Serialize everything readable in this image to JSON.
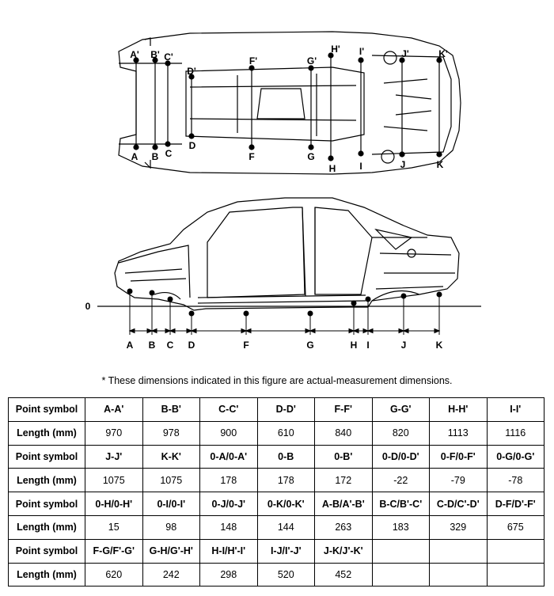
{
  "figure": {
    "top_labels_primed": [
      "A'",
      "B'",
      "C'",
      "D'",
      "F'",
      "G'",
      "H'",
      "I'",
      "J'",
      "K'"
    ],
    "top_labels": [
      "A",
      "B",
      "C",
      "D",
      "F",
      "G",
      "H",
      "I",
      "J",
      "K"
    ],
    "side_labels": [
      "A",
      "B",
      "C",
      "D",
      "F",
      "G",
      "H",
      "I",
      "J",
      "K"
    ],
    "zero_label": "0"
  },
  "note": "* These dimensions indicated in this figure are actual-measurement dimensions.",
  "table": {
    "rows": [
      {
        "header": "Point symbol",
        "cells": [
          "A-A'",
          "B-B'",
          "C-C'",
          "D-D'",
          "F-F'",
          "G-G'",
          "H-H'",
          "I-I'"
        ]
      },
      {
        "header": "Length (mm)",
        "cells": [
          "970",
          "978",
          "900",
          "610",
          "840",
          "820",
          "1113",
          "1116"
        ]
      },
      {
        "header": "Point symbol",
        "cells": [
          "J-J'",
          "K-K'",
          "0-A/0-A'",
          "0-B",
          "0-B'",
          "0-D/0-D'",
          "0-F/0-F'",
          "0-G/0-G'"
        ]
      },
      {
        "header": "Length (mm)",
        "cells": [
          "1075",
          "1075",
          "178",
          "178",
          "172",
          "-22",
          "-79",
          "-78"
        ]
      },
      {
        "header": "Point symbol",
        "cells": [
          "0-H/0-H'",
          "0-I/0-I'",
          "0-J/0-J'",
          "0-K/0-K'",
          "A-B/A'-B'",
          "B-C/B'-C'",
          "C-D/C'-D'",
          "D-F/D'-F'"
        ]
      },
      {
        "header": "Length (mm)",
        "cells": [
          "15",
          "98",
          "148",
          "144",
          "263",
          "183",
          "329",
          "675"
        ]
      },
      {
        "header": "Point symbol",
        "cells": [
          "F-G/F'-G'",
          "G-H/G'-H'",
          "H-I/H'-I'",
          "I-J/I'-J'",
          "J-K/J'-K'",
          "",
          "",
          ""
        ]
      },
      {
        "header": "Length (mm)",
        "cells": [
          "620",
          "242",
          "298",
          "520",
          "452",
          "",
          "",
          ""
        ]
      }
    ]
  }
}
